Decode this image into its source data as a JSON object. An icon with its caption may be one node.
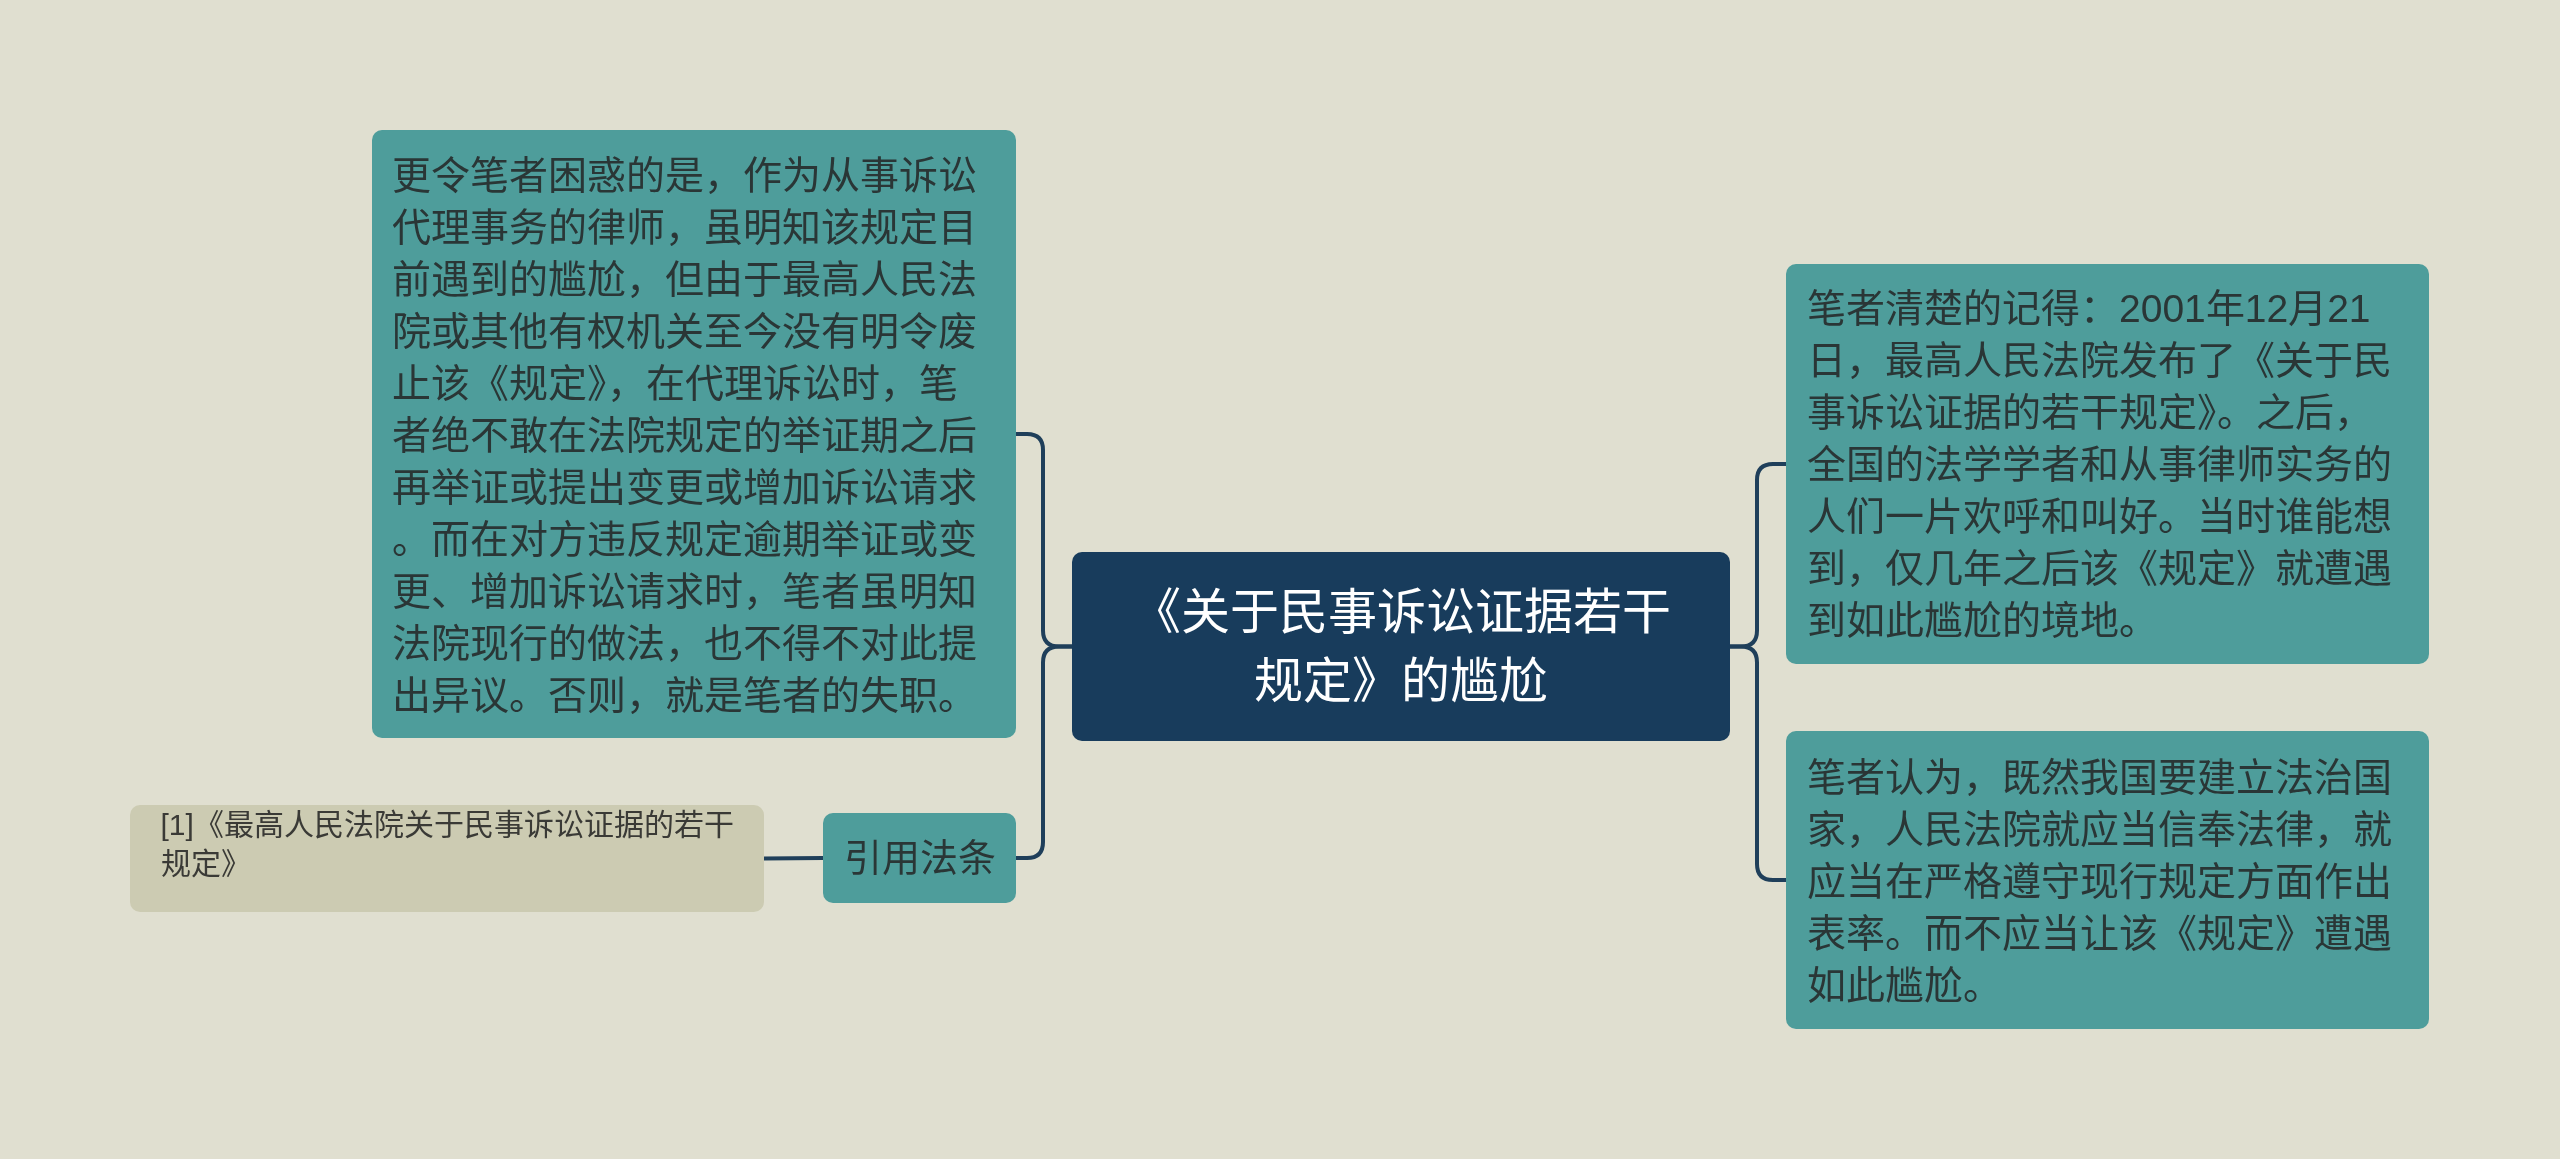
{
  "diagram": {
    "nodes": [
      {
        "text": [
          "《关于民事诉讼证据若干规定》的尴尬"
        ]
      },
      {
        "text": [
          "更令笔者困惑的是，作为从事诉讼代理事务的律师，虽明知该规定目前遇到的尴尬，但由于最高人民法院或其他有权机关至今没有明令废止该《规定》，在代理诉讼时，笔者绝不敢在法院规定的举证期之后再举证或提出变更或增加诉讼请求。而在对方违反规定逾期举证或变更、增加诉讼请求时，笔者虽明知法院现行的做法，也不得不对此提出异议。否则，就是笔者的失职。"
        ]
      },
      {
        "text": [
          "引用法条"
        ]
      },
      {
        "text": [
          "[1]《最高人民法院关于民事诉讼证据的若干规定》"
        ]
      },
      {
        "text": [
          "笔者清楚的记得：2001年12月21日，最高人民法院发布了《关于民事诉讼证据的若干规定》。之后，全国的法学学者和从事律师实务的人们一片欢呼和叫好。当时谁能想到，仅几年之后该《规定》就遭遇到如此尴尬的境地。"
        ]
      },
      {
        "text": [
          "笔者认为，既然我国要建立法治国家，人民法院就应当信奉法律，就应当在严格遵守现行规定方面作出表率。而不应当让该《规定》遭遇如此尴尬。"
        ]
      }
    ],
    "edges": [
      {
        "from": 0,
        "to": 1,
        "arrow": "none"
      },
      {
        "from": 0,
        "to": 2,
        "arrow": "none"
      },
      {
        "from": 2,
        "to": 3,
        "arrow": "none"
      },
      {
        "from": 0,
        "to": 4,
        "arrow": "none"
      },
      {
        "from": 0,
        "to": 5,
        "arrow": "none"
      }
    ]
  }
}
